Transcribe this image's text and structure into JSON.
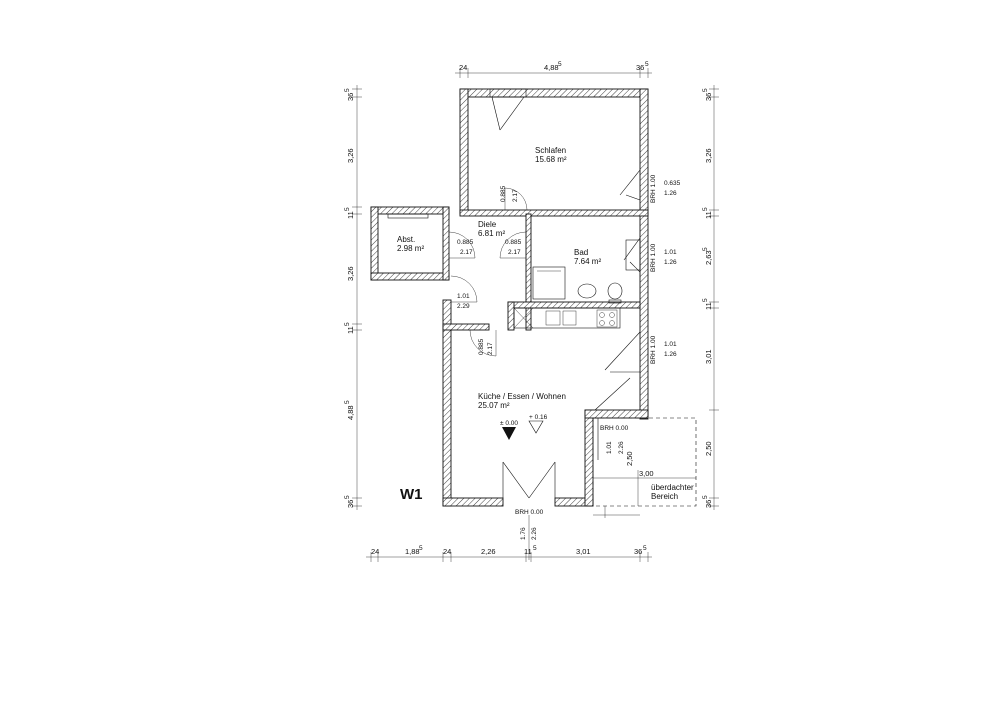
{
  "plan": {
    "title": "W1",
    "rooms": {
      "schlafen": {
        "name": "Schlafen",
        "area": "15.68 m²"
      },
      "diele": {
        "name": "Diele",
        "area": "6.81 m²"
      },
      "abst": {
        "name": "Abst.",
        "area": "2.98 m²"
      },
      "bad": {
        "name": "Bad",
        "area": "7.64 m²"
      },
      "kueche": {
        "name": "Küche / Essen / Wohnen",
        "area": "25.07 m²"
      },
      "terrasse": {
        "line1": "überdachter",
        "line2": "Bereich"
      }
    },
    "levels": {
      "floor": "± 0.00",
      "step": "+ 0.16"
    },
    "top_dims": {
      "a": "24",
      "b": "4,88",
      "b_sup": "5",
      "c": "36",
      "c_sup": "5"
    },
    "bottom_dims": {
      "a": "24",
      "b": "1,88",
      "b_sup": "5",
      "c": "24",
      "d": "2,26",
      "e": "11",
      "e_sup": "5",
      "f": "3,01",
      "g": "36",
      "g_sup": "5"
    },
    "left_dims": {
      "top": "36",
      "top_sup": "5",
      "a": "3,26",
      "b": "11",
      "b_sup": "5",
      "c": "3,26",
      "d": "11",
      "d_sup": "5",
      "e": "4,88",
      "e_sup": "5",
      "bot": "36",
      "bot_sup": "5"
    },
    "right_dims": {
      "top": "36",
      "top_sup": "5",
      "a": "3,26",
      "b": "11",
      "b_sup": "5",
      "c": "2,63",
      "c_sup": "5",
      "d": "11",
      "d_sup": "5",
      "e": "3,01",
      "f": "2,50",
      "bot": "36",
      "bot_sup": "5"
    },
    "openings": {
      "door_schlafen": {
        "w": "0.885",
        "h": "2.17"
      },
      "door_abst": {
        "w": "0.885",
        "h": "2.17"
      },
      "door_bad": {
        "w": "0.885",
        "h": "2.17"
      },
      "door_entry": {
        "w": "1.01",
        "h": "2.29"
      },
      "door_kueche": {
        "w": "0.885",
        "h": "2.17"
      },
      "win_schlafen": {
        "brh": "BRH 1.00",
        "w": "0.635",
        "h": "1.26"
      },
      "win_bad": {
        "brh": "BRH 1.00",
        "w": "1.01",
        "h": "1.26"
      },
      "win_kueche": {
        "brh": "BRH 1.00",
        "w": "1.01",
        "h": "1.26"
      },
      "door_terrace": {
        "brh": "BRH 0.00",
        "w": "1.01",
        "h": "2.26"
      },
      "door_south": {
        "brh": "BRH 0.00",
        "w": "1.76",
        "h": "2.26"
      }
    },
    "terrace_dims": {
      "width": "3,00",
      "depth": "2,50"
    }
  }
}
